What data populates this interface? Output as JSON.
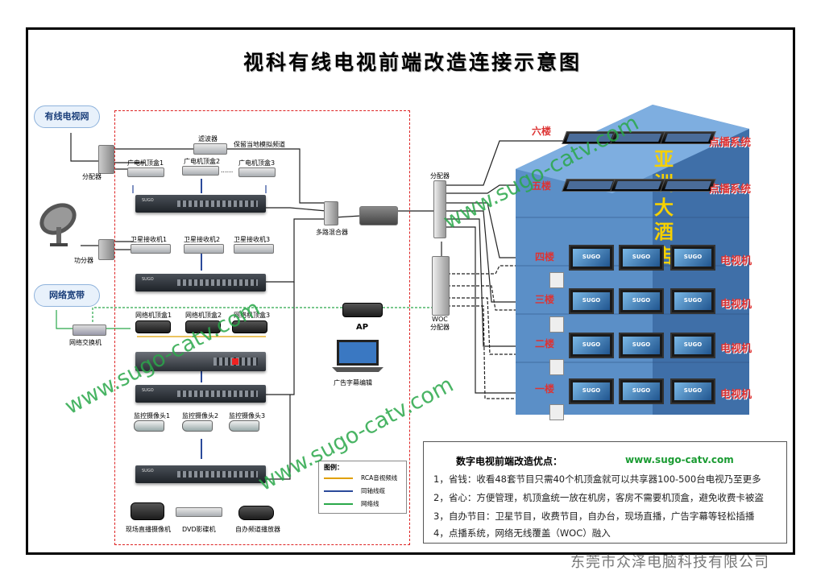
{
  "title": "视科有线电视前端改造连接示意图",
  "left": {
    "cable_cloud": "有线电视网",
    "splitter": "分配器",
    "filter": "滤波器",
    "keep_analog": "保留当地模拟频道",
    "satellite_amp": "功分器",
    "broadband_cloud": "网络宽带",
    "switch": "网络交换机",
    "stb_row1": [
      "广电机顶盒1",
      "广电机顶盒2",
      "广电机顶盒3"
    ],
    "sat_row": [
      "卫星接收机1",
      "卫星接收机2",
      "卫星接收机3"
    ],
    "net_row": [
      "网络机顶盒1",
      "网络机顶盒2",
      "网络机顶盒3"
    ],
    "cam_row": [
      "监控摄像头1",
      "监控摄像头2",
      "监控摄像头3"
    ],
    "bottom_devices": [
      "现场直播摄像机",
      "DVD影碟机",
      "自办频道播放器"
    ],
    "combiner": "多路混合器",
    "ap": "AP",
    "laptop": "广告字幕编辑",
    "rack_brand": "SUGO",
    "dots": "......"
  },
  "legend": {
    "title": "图例：",
    "items": [
      {
        "label": "RCA音视频线",
        "color": "#e0a000"
      },
      {
        "label": "同轴线缆",
        "color": "#2b4a9a"
      },
      {
        "label": "网络线",
        "color": "#2aa84a"
      }
    ]
  },
  "right": {
    "splitter": "分配器",
    "woc": "WOC\n分配器",
    "floors": [
      "六楼",
      "五楼",
      "四楼",
      "三楼",
      "二楼",
      "一楼"
    ],
    "vod": "点播系统",
    "tv": "电视机",
    "tv_brand": "SUGO",
    "hotel_name": [
      "亚",
      "洲",
      "大",
      "酒",
      "店"
    ]
  },
  "info": {
    "heading": "数字电视前端改造优点：",
    "url": "www.sugo-catv.com",
    "lines": [
      "1，省钱：收看48套节目只需40个机顶盒就可以共享器100-500台电视乃至更多",
      "2，省心：方便管理，机顶盒统一放在机房，客房不需要机顶盒，避免收费卡被盗",
      "3，自办节目：卫星节目，收费节目，自办台，现场直播，广告字幕等轻松插播",
      "4，点播系统，网络无线覆盖（WOC）融入"
    ]
  },
  "watermark": "www.sugo-catv.com",
  "company": "东莞市众泽电脑科技有限公司"
}
